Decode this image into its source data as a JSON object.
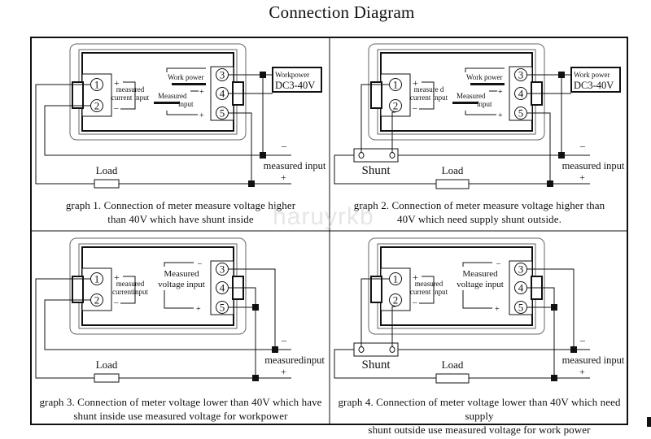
{
  "title": "Connection Diagram",
  "watermark": "haruyrkb",
  "colors": {
    "line": "#111111",
    "meter_frame": "#666666",
    "background": "#ffffff",
    "watermark": "#d2d2d2"
  },
  "panels": [
    {
      "id": 1,
      "terminals": [
        "1",
        "2",
        "3",
        "4",
        "5"
      ],
      "current_label": [
        "measured",
        "current input"
      ],
      "center_labels": {
        "workpower": "Work power",
        "measured": [
          "Measured",
          "input"
        ]
      },
      "workpower_box": [
        "Workpower",
        "DC3-40V"
      ],
      "measured_input_label": "measured input",
      "minus": "–",
      "plus": "+",
      "load_label": "Load",
      "shunt_label": null,
      "caption": [
        "graph 1. Connection of meter measure voltage higher",
        "than 40V which have shunt inside"
      ]
    },
    {
      "id": 2,
      "terminals": [
        "1",
        "2",
        "3",
        "4",
        "5"
      ],
      "current_label": [
        "measure d",
        "current input"
      ],
      "center_labels": {
        "workpower": "Work power",
        "measured": [
          "Measured",
          "input"
        ]
      },
      "workpower_box": [
        "Work power",
        "DC3-40V"
      ],
      "measured_input_label": "measured input",
      "minus": "–",
      "plus": "+",
      "load_label": "Load",
      "shunt_label": "Shunt",
      "caption": [
        "graph 2. Connection of meter measure voltage higher than",
        "40V which need supply shunt outside."
      ]
    },
    {
      "id": 3,
      "terminals": [
        "1",
        "2",
        "3",
        "4",
        "5"
      ],
      "current_label": [
        "measured",
        "currentinput"
      ],
      "center_labels": {
        "measured": [
          "Measured",
          "voltage input"
        ]
      },
      "workpower_box": null,
      "measured_input_label": "measuredinput",
      "minus": "–",
      "plus": "+",
      "load_label": "Load",
      "shunt_label": null,
      "caption": [
        "graph 3. Connection of meter voltage lower than 40V which have",
        "shunt inside use measured voltage for workpower"
      ]
    },
    {
      "id": 4,
      "terminals": [
        "1",
        "2",
        "3",
        "4",
        "5"
      ],
      "current_label": [
        "measured",
        "current input"
      ],
      "center_labels": {
        "measured": [
          "Measured",
          "voltage input"
        ]
      },
      "workpower_box": null,
      "measured_input_label": "measured input",
      "minus": "–",
      "plus": "+",
      "load_label": "Load",
      "shunt_label": "Shunt",
      "caption": [
        "graph 4. Connection of meter voltage lower than 40V which need supply",
        "shunt outside use measured voltage for work power"
      ]
    }
  ]
}
